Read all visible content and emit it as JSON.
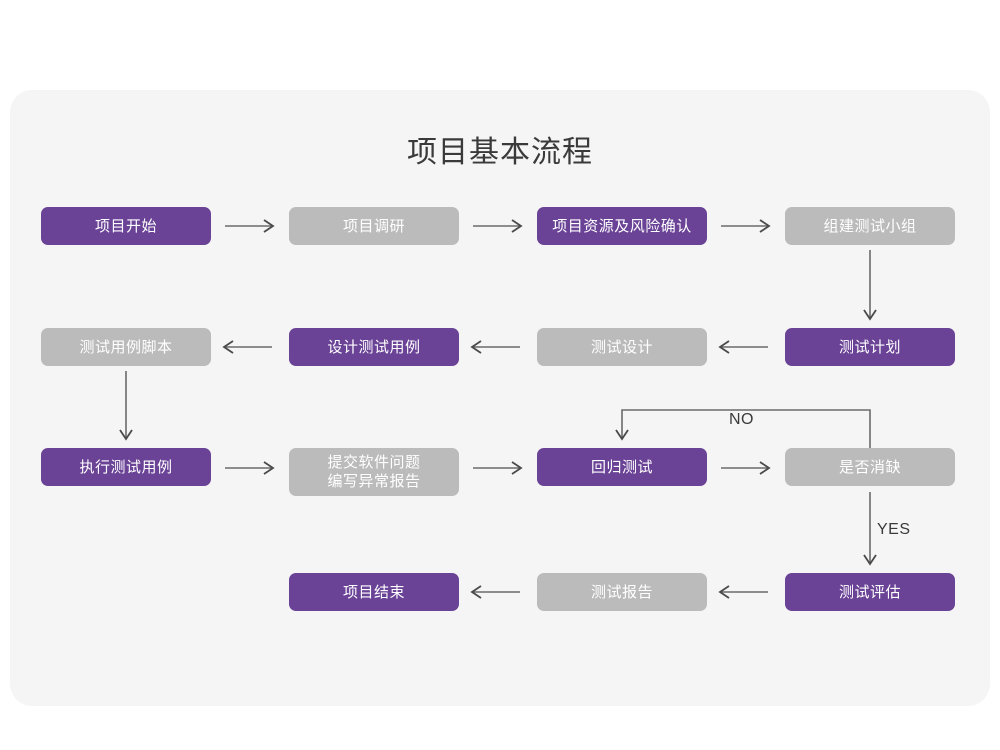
{
  "page": {
    "title": "项目基本流程",
    "card_bg": "#f5f5f5",
    "page_bg": "#ffffff"
  },
  "colors": {
    "purple": "#6a4296",
    "gray": "#bbbbbb",
    "node_text": "#ffffff",
    "arrow": "#6b6b6b",
    "title_text": "#3a3a3a"
  },
  "chart_data": {
    "type": "diagram",
    "title": "项目基本流程",
    "nodes": [
      {
        "id": "n1",
        "label": "项目开始",
        "style": "purple",
        "row": 1,
        "col": 1
      },
      {
        "id": "n2",
        "label": "项目调研",
        "style": "gray",
        "row": 1,
        "col": 2
      },
      {
        "id": "n3",
        "label": "项目资源及风险确认",
        "style": "purple",
        "row": 1,
        "col": 3
      },
      {
        "id": "n4",
        "label": "组建测试小组",
        "style": "gray",
        "row": 1,
        "col": 4
      },
      {
        "id": "n5",
        "label": "测试计划",
        "style": "purple",
        "row": 2,
        "col": 4
      },
      {
        "id": "n6",
        "label": "测试设计",
        "style": "gray",
        "row": 2,
        "col": 3
      },
      {
        "id": "n7",
        "label": "设计测试用例",
        "style": "purple",
        "row": 2,
        "col": 2
      },
      {
        "id": "n8",
        "label": "测试用例脚本",
        "style": "gray",
        "row": 2,
        "col": 1
      },
      {
        "id": "n9",
        "label": "执行测试用例",
        "style": "purple",
        "row": 3,
        "col": 1
      },
      {
        "id": "n10",
        "label": "提交软件问题\n编写异常报告",
        "style": "gray",
        "row": 3,
        "col": 2
      },
      {
        "id": "n11",
        "label": "回归测试",
        "style": "purple",
        "row": 3,
        "col": 3
      },
      {
        "id": "n12",
        "label": "是否消缺",
        "style": "gray",
        "row": 3,
        "col": 4
      },
      {
        "id": "n13",
        "label": "测试评估",
        "style": "purple",
        "row": 4,
        "col": 4
      },
      {
        "id": "n14",
        "label": "测试报告",
        "style": "gray",
        "row": 4,
        "col": 3
      },
      {
        "id": "n15",
        "label": "项目结束",
        "style": "purple",
        "row": 4,
        "col": 2
      }
    ],
    "edges": [
      {
        "from": "n1",
        "to": "n2",
        "label": "",
        "direction": "right"
      },
      {
        "from": "n2",
        "to": "n3",
        "label": "",
        "direction": "right"
      },
      {
        "from": "n3",
        "to": "n4",
        "label": "",
        "direction": "right"
      },
      {
        "from": "n4",
        "to": "n5",
        "label": "",
        "direction": "down"
      },
      {
        "from": "n5",
        "to": "n6",
        "label": "",
        "direction": "left"
      },
      {
        "from": "n6",
        "to": "n7",
        "label": "",
        "direction": "left"
      },
      {
        "from": "n7",
        "to": "n8",
        "label": "",
        "direction": "left"
      },
      {
        "from": "n8",
        "to": "n9",
        "label": "",
        "direction": "down"
      },
      {
        "from": "n9",
        "to": "n10",
        "label": "",
        "direction": "right"
      },
      {
        "from": "n10",
        "to": "n11",
        "label": "",
        "direction": "right"
      },
      {
        "from": "n11",
        "to": "n12",
        "label": "",
        "direction": "right"
      },
      {
        "from": "n12",
        "to": "n11",
        "label": "NO",
        "direction": "loop-up-left"
      },
      {
        "from": "n12",
        "to": "n13",
        "label": "YES",
        "direction": "down"
      },
      {
        "from": "n13",
        "to": "n14",
        "label": "",
        "direction": "left"
      },
      {
        "from": "n14",
        "to": "n15",
        "label": "",
        "direction": "left"
      }
    ],
    "edge_labels": {
      "no": "NO",
      "yes": "YES"
    }
  }
}
